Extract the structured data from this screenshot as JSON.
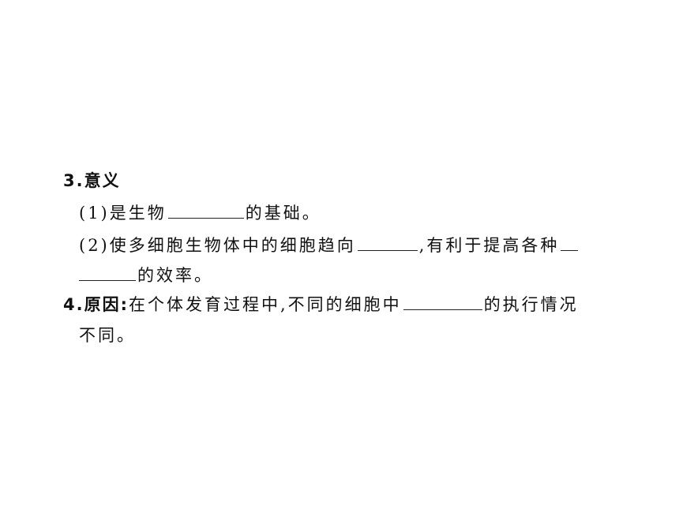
{
  "section3": {
    "heading": "3.意义",
    "item1": {
      "prefix": "(1)是生物",
      "suffix": "的基础。"
    },
    "item2": {
      "prefix": "(2)使多细胞生物体中的细胞趋向",
      "middle": ",有利于提高各种",
      "suffix": "的效率。"
    }
  },
  "section4": {
    "heading": "4.原因:",
    "text_prefix": "在个体发育过程中,不同的细胞中",
    "text_suffix": "的执行情况",
    "continuation": "不同。"
  }
}
